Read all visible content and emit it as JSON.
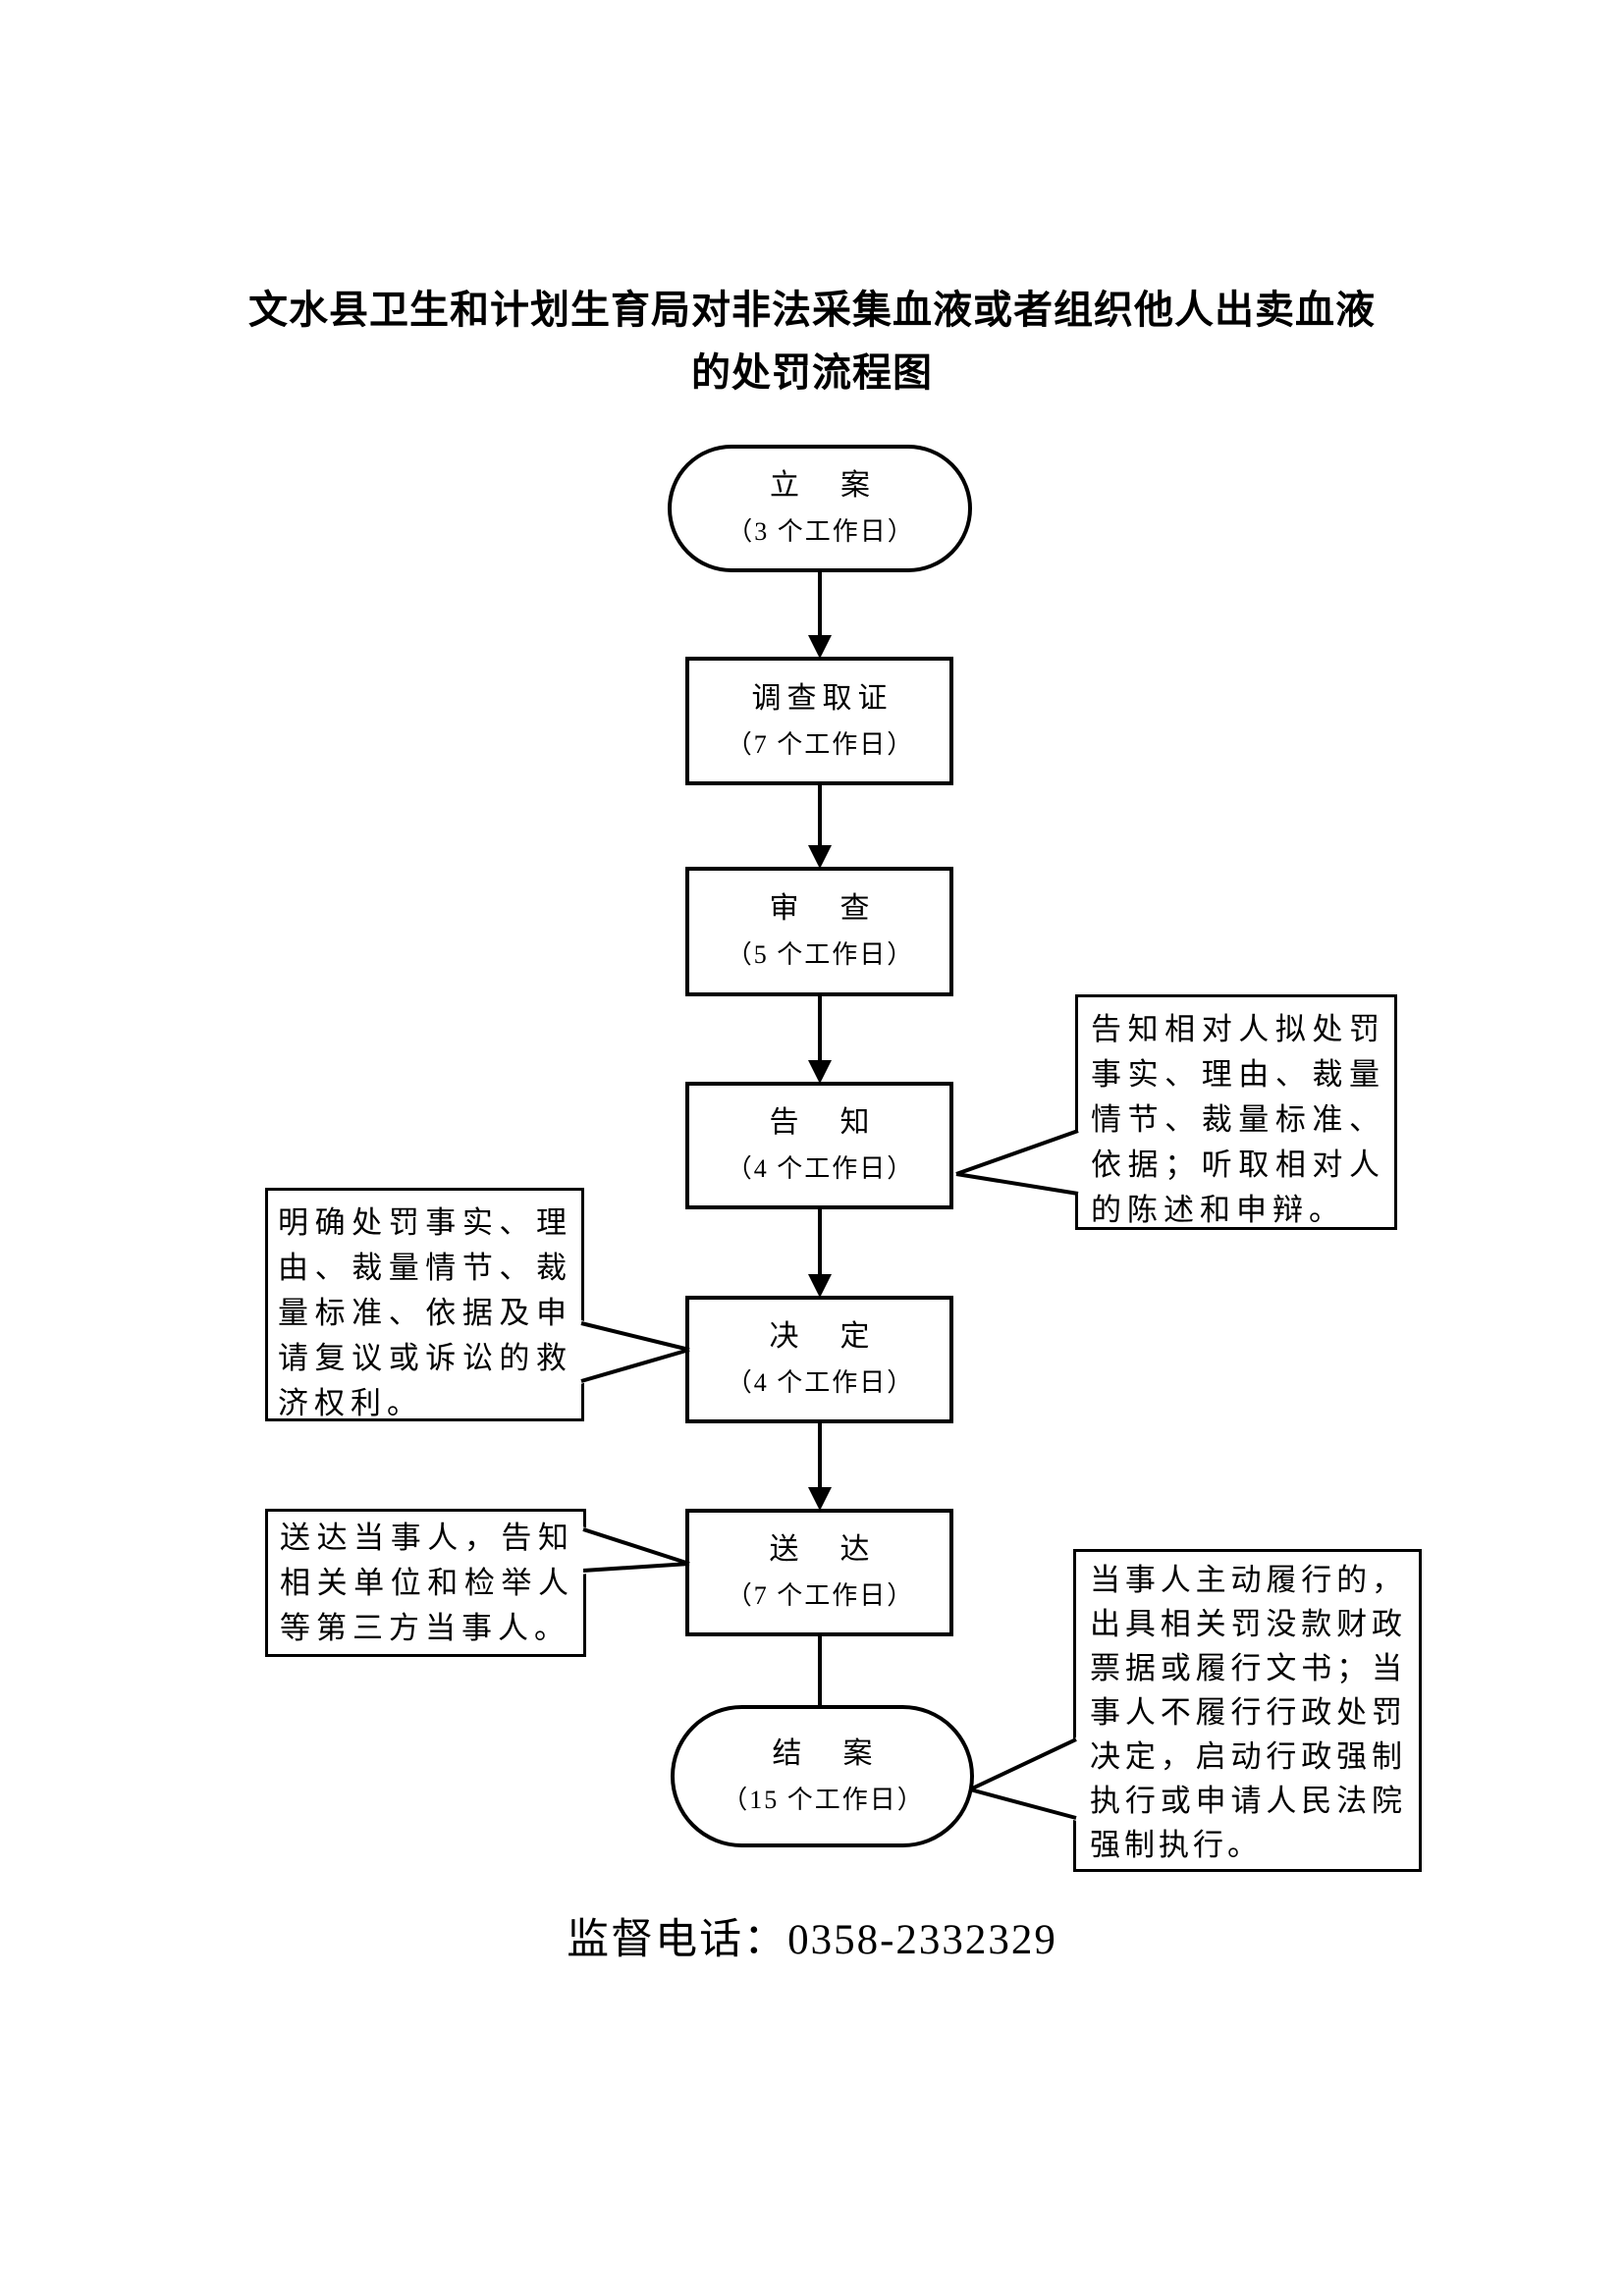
{
  "title": {
    "line1": "文水县卫生和计划生育局对非法采集血液或者组织他人出卖血液",
    "line2": "的处罚流程图"
  },
  "nodes": [
    {
      "label": "立　案",
      "duration": "（3 个工作日）",
      "shape": "terminator"
    },
    {
      "label": "调查取证",
      "duration": "（7 个工作日）",
      "shape": "process"
    },
    {
      "label": "审　查",
      "duration": "（5 个工作日）",
      "shape": "process"
    },
    {
      "label": "告　知",
      "duration": "（4 个工作日）",
      "shape": "process"
    },
    {
      "label": "决　定",
      "duration": "（4 个工作日）",
      "shape": "process"
    },
    {
      "label": "送　达",
      "duration": "（7 个工作日）",
      "shape": "process"
    },
    {
      "label": "结　案",
      "duration": "（15 个工作日）",
      "shape": "terminator"
    }
  ],
  "callouts": {
    "gaozhi_note": "告知相对人拟处罚事实、理由、裁量情节、裁量标准、依据；听取相对人的陈述和申辩。",
    "jueding_note": "明确处罚事实、理由、裁量情节、裁量标准、依据及申请复议或诉讼的救济权利。",
    "songda_note": "送达当事人，告知相关单位和检举人等第三方当事人。",
    "jiean_note": "当事人主动履行的，出具相关罚没款财政票据或履行文书；当事人不履行行政处罚决定，启动行政强制执行或申请人民法院强制执行。"
  },
  "footer": {
    "supervision_phone": "监督电话：0358-2332329"
  },
  "colors": {
    "ink": "#000000",
    "background": "#ffffff"
  }
}
